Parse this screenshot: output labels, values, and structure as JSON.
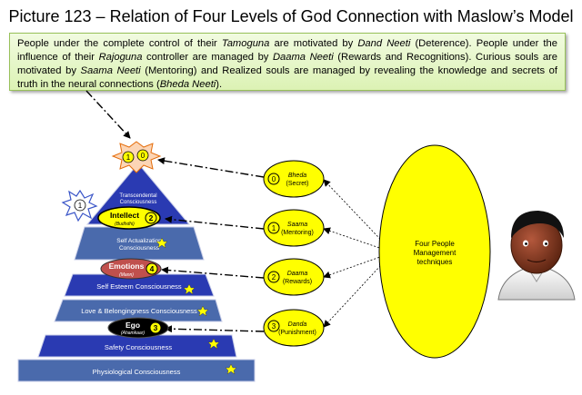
{
  "title": "Picture 123 – Relation of Four Levels of God Connection with Maslow’s Model",
  "callout": {
    "p1": "People under the complete control of their ",
    "p1_i": "Tamoguna",
    "p2": " are motivated by ",
    "p2_i": "Dand Neeti",
    "p3": " (Deterence). People under the influence of their ",
    "p3_i": "Rajoguna",
    "p4": " controller are managed by ",
    "p4_i": "Daama Neeti",
    "p5": " (Rewards and Recognitions). Curious souls are motivated by ",
    "p5_i": "Saama Neeti",
    "p6": " (Mentoring) and Realized souls are managed by revealing the knowledge and secrets of truth in the neural connections (",
    "p6_i": "Bheda Neeti",
    "p7": ")."
  },
  "pyramid": {
    "levels": [
      {
        "label": "Transcendental Consciousness",
        "color": "#2a3ab2"
      },
      {
        "label": "Self Actualization Consciousness",
        "color": "#4a6aac"
      },
      {
        "label": "Self Esteem Consciousness",
        "color": "#2a3ab2"
      },
      {
        "label": "Love & Belongingness Consciousness",
        "color": "#4a6aac"
      },
      {
        "label": "Safety Consciousness",
        "color": "#2a3ab2"
      },
      {
        "label": "Physiological Consciousness",
        "color": "#4a6aac"
      }
    ],
    "nodes": [
      {
        "label": "Intellect",
        "sub": "(Budhdhi)",
        "number": "2",
        "fill": "#ffff00",
        "text_color": "#000000"
      },
      {
        "label": "Emotions",
        "sub": "(Mann)",
        "number": "4",
        "fill": "#c0504d",
        "text_color": "#ffffff"
      },
      {
        "label": "Ego",
        "sub": "(Ahamkaar)",
        "number": "3",
        "fill": "#000000",
        "text_color": "#ffffff"
      }
    ],
    "top_burst": {
      "n1": "1",
      "n2": "0"
    },
    "side_burst": {
      "n": "1"
    }
  },
  "techniques": [
    {
      "number": "0",
      "name": "Bheda",
      "meaning": "(Secret)"
    },
    {
      "number": "1",
      "name": "Saama",
      "meaning": "(Mentoring)"
    },
    {
      "number": "2",
      "name": "Daama",
      "meaning": "(Rewards)"
    },
    {
      "number": "3",
      "name": "Danda",
      "meaning": "(Punishment)"
    }
  ],
  "big_ellipse": {
    "line1": "Four People",
    "line2": "Management",
    "line3": "techniques"
  },
  "colors": {
    "accent_yellow": "#ffff00",
    "pyramid_dark": "#2a3ab2",
    "pyramid_light": "#4a6aac",
    "callout_border": "#98c15a"
  }
}
